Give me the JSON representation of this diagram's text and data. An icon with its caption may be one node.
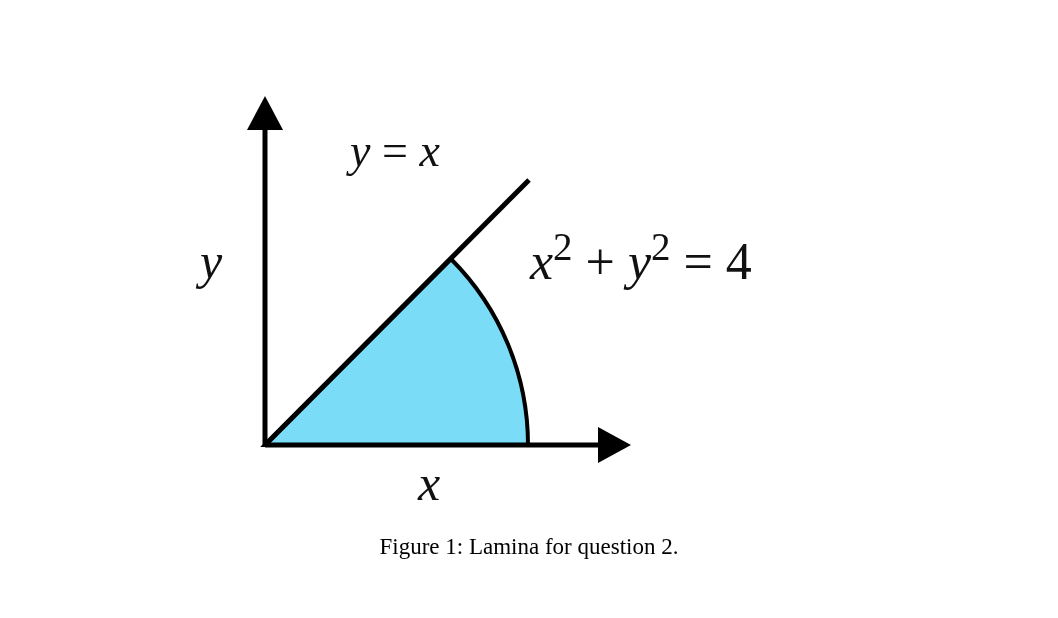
{
  "diagram": {
    "caption": "Figure 1: Lamina for question 2.",
    "labels": [
      "*y* = *x*",
      "y",
      "*x*$^{2}$ + *y*$^{2}$ = 4",
      "x"
    ]
  }
}
